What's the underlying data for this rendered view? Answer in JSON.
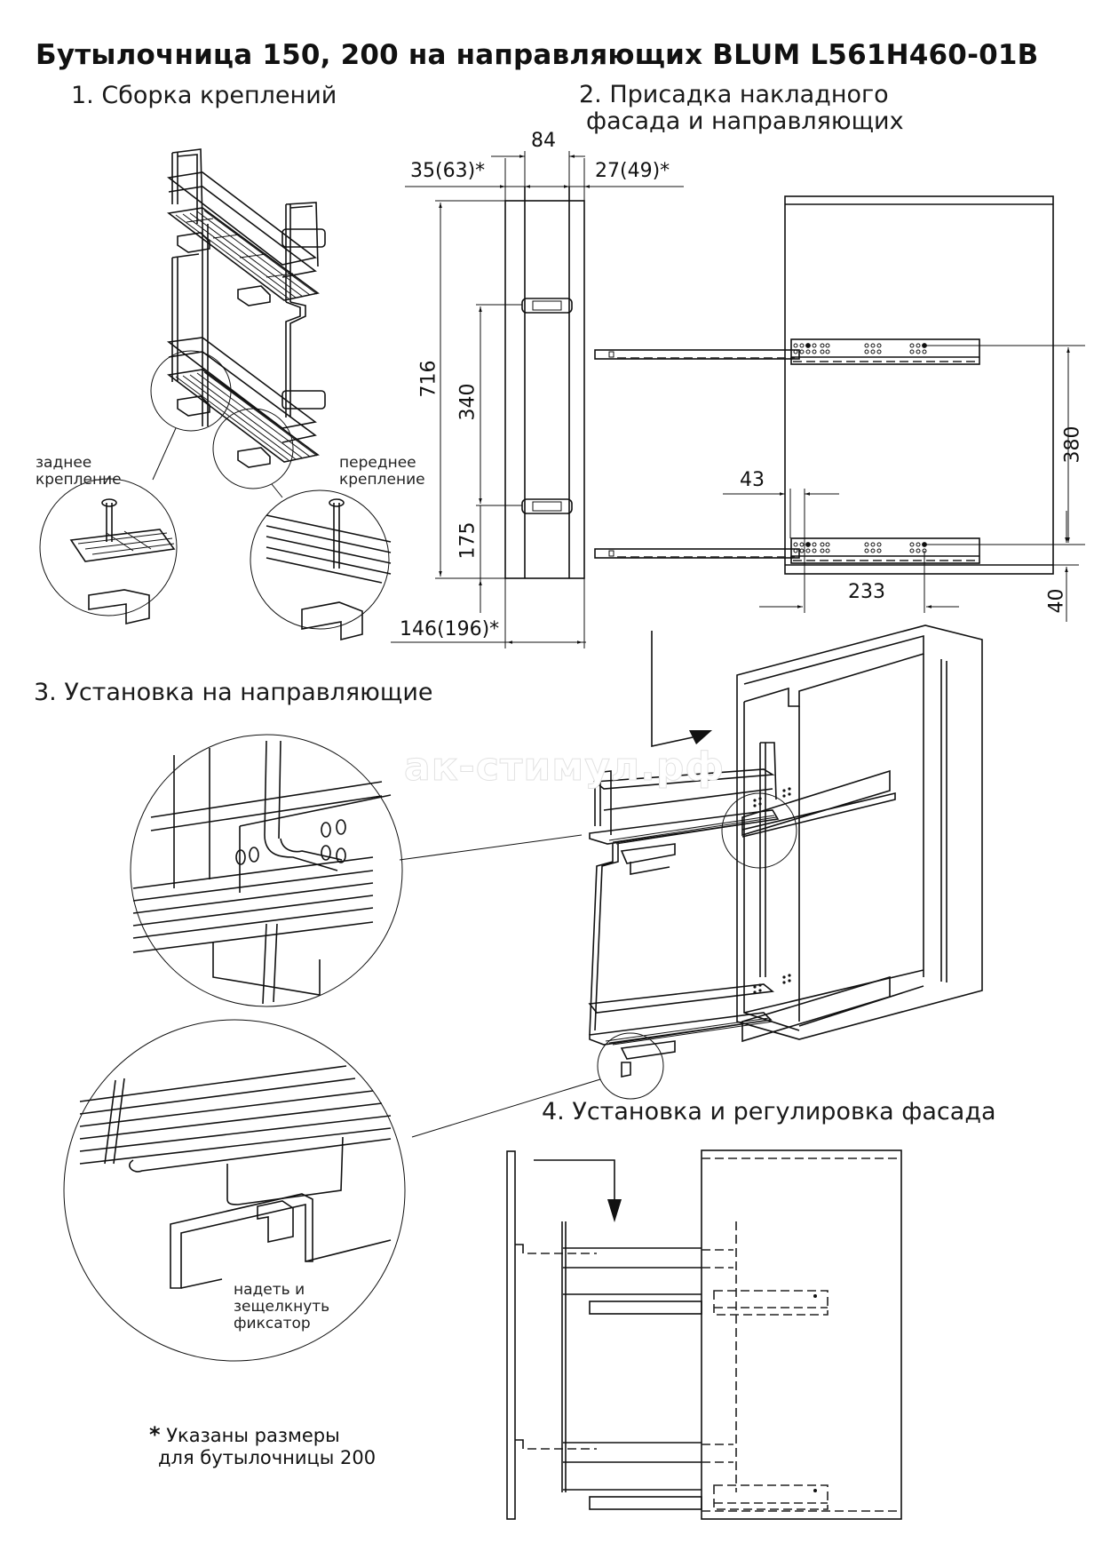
{
  "document": {
    "title": "Бутылочница 150, 200 на направляющих BLUM L561H460-01B",
    "watermark": "ак-стимул.рф"
  },
  "sections": [
    {
      "number": "1.",
      "label": "Сборка креплений"
    },
    {
      "number": "2.",
      "label_line1": "Присадка накладного",
      "label_line2": "фасада и направляющих"
    },
    {
      "number": "3.",
      "label": "Установка на направляющие"
    },
    {
      "number": "4.",
      "label": "Установка и регулировка фасада"
    }
  ],
  "section1": {
    "callout_rear": {
      "line1": "заднее",
      "line2": "крепление"
    },
    "callout_front": {
      "line1": "переднее",
      "line2": "крепление"
    }
  },
  "section2": {
    "front_view_dims": {
      "top_width": "84",
      "left_offset": "35(63)*",
      "right_offset": "27(49)*",
      "height": "716",
      "mount_spacing": "340",
      "bottom_mount": "175",
      "panel_width": "146(196)*"
    },
    "side_view_dims": {
      "rail_spacing": "380",
      "front_offset": "43",
      "hole_distance": "233",
      "bottom_offset": "40"
    }
  },
  "section3": {
    "instruction": {
      "line1": "надеть и",
      "line2": "зещелкнуть",
      "line3": "фиксатор"
    }
  },
  "footnote": {
    "marker": "*",
    "line1": "Указаны размеры",
    "line2": "для бутылочницы 200"
  }
}
